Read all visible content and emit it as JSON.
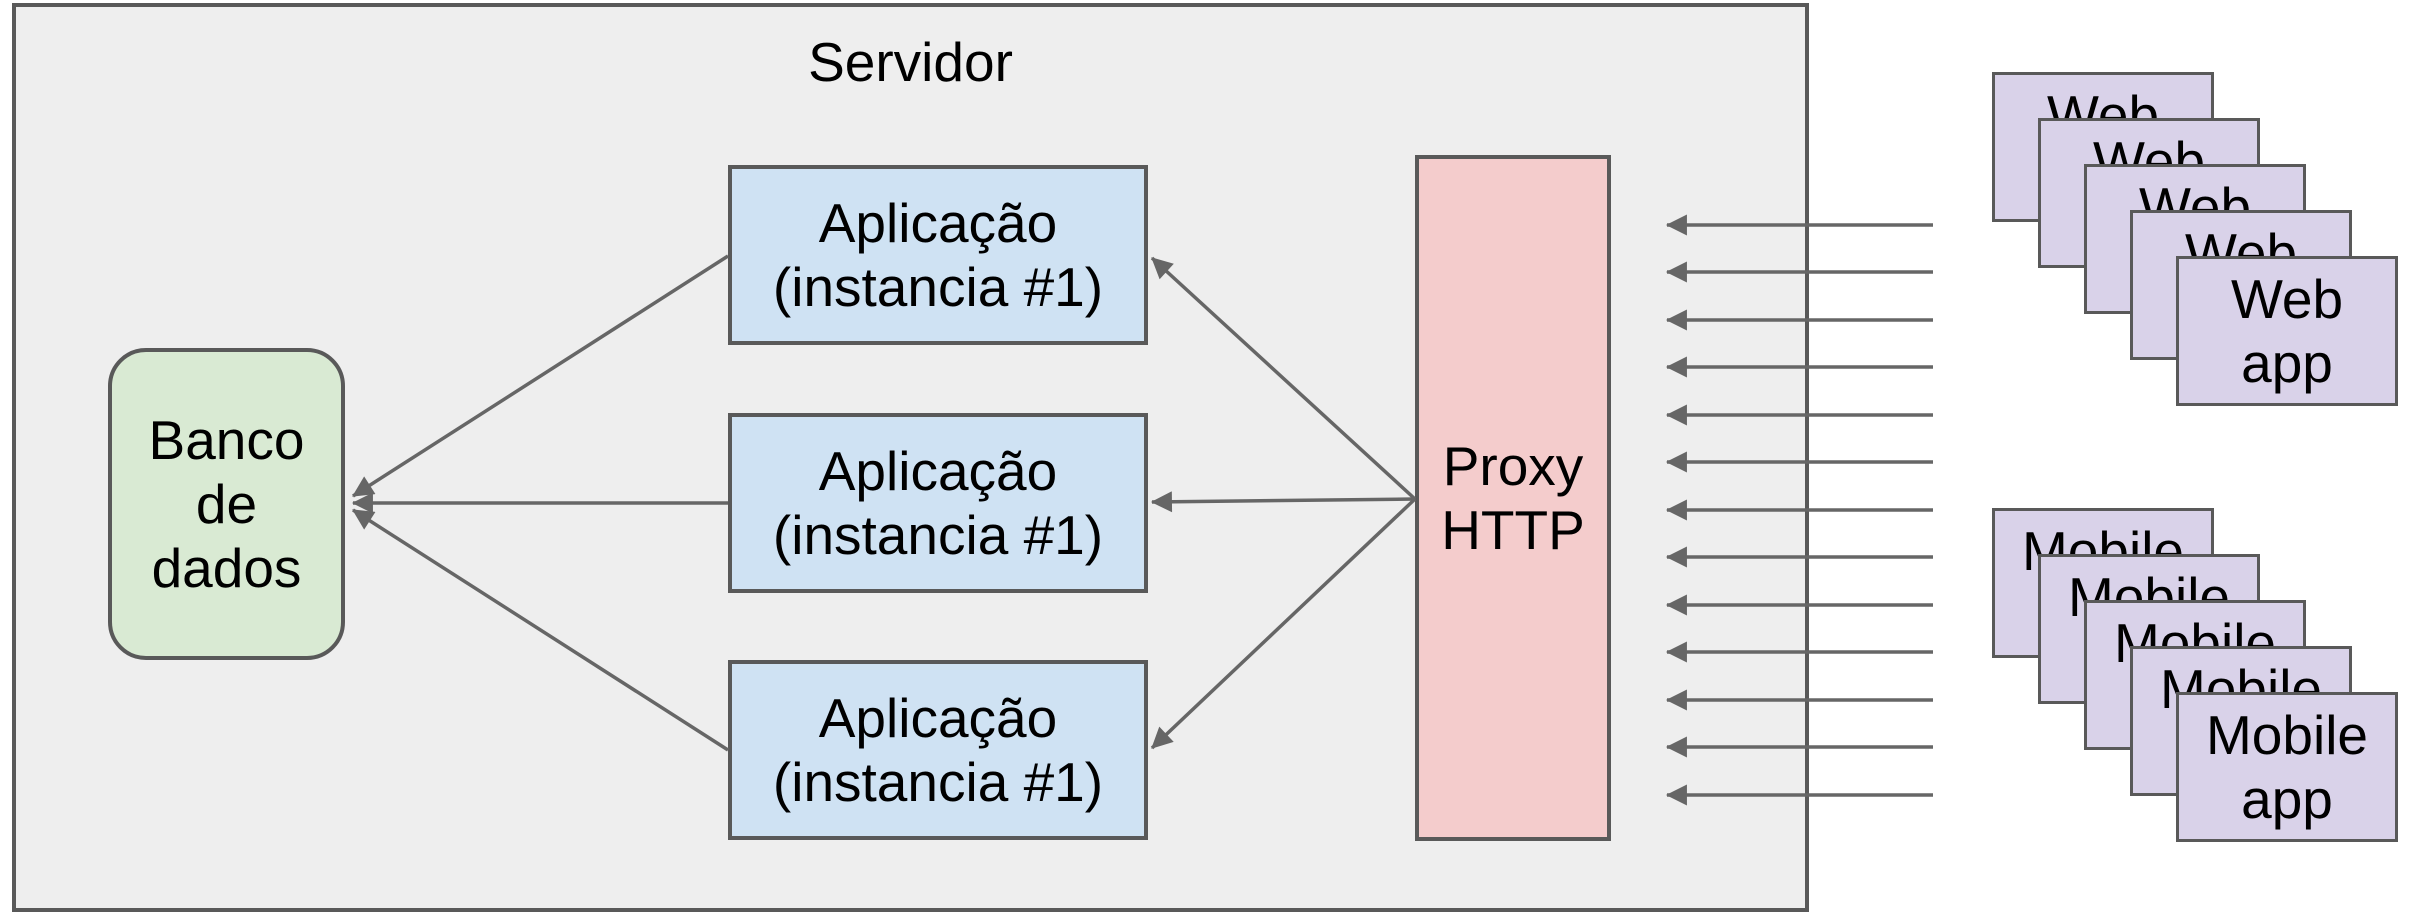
{
  "diagram": {
    "title": "",
    "colors": {
      "server_fill": "#eeeeee",
      "database_fill": "#d9ead3",
      "instance_fill": "#cfe2f3",
      "proxy_fill": "#f4cccc",
      "client_fill": "#d9d2e9",
      "box_border": "#595959",
      "connector": "#666666",
      "text": "#000000",
      "page_background": "#ffffff"
    }
  },
  "server": {
    "label": "Servidor"
  },
  "database": {
    "label_lines": [
      "Banco",
      "de",
      "dados"
    ]
  },
  "instances": {
    "count": 3,
    "line1": "Aplicação",
    "line2": "(instancia #1)"
  },
  "proxy": {
    "line1": "Proxy",
    "line2": "HTTP"
  },
  "clients": {
    "web": {
      "stack_count": 5,
      "line1": "Web",
      "line2": "app"
    },
    "mobile": {
      "stack_count": 5,
      "line1": "Mobile",
      "line2": "app"
    }
  },
  "connections": {
    "client_request_arrows": 13,
    "proxy_to_instances": 3,
    "instances_to_database": 3
  }
}
